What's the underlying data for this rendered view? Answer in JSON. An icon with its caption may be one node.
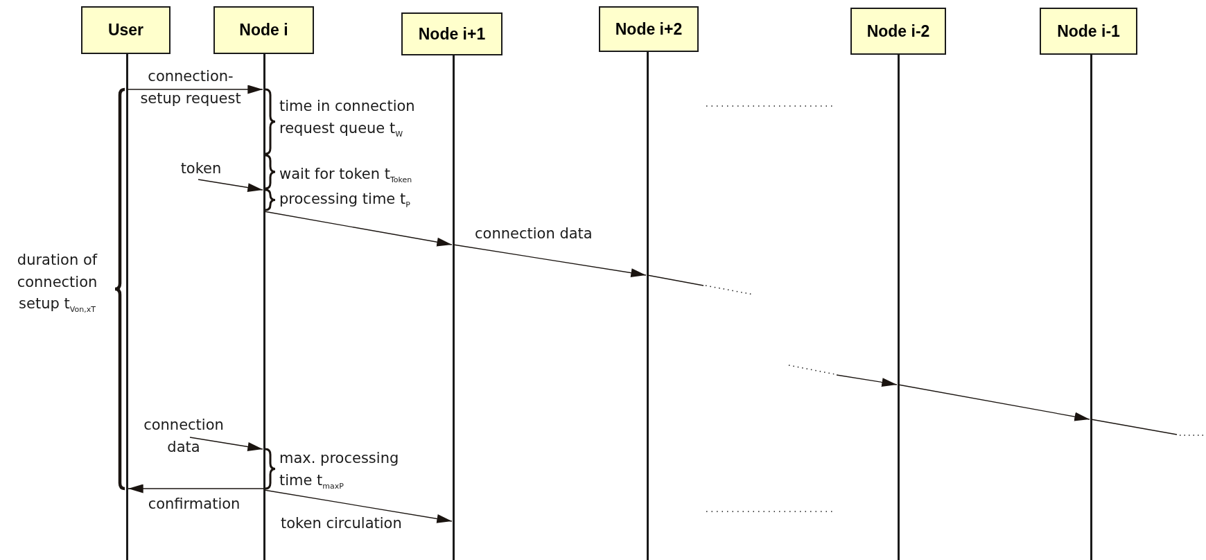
{
  "diagram": {
    "nodes": [
      {
        "text": [
          "User"
        ]
      },
      {
        "text": [
          "Node i"
        ]
      },
      {
        "text": [
          "Node i+1"
        ]
      },
      {
        "text": [
          "Node i+2"
        ]
      },
      {
        "text": [
          "Node i-2"
        ]
      },
      {
        "text": [
          "Node i-1"
        ]
      }
    ],
    "edges": [
      {
        "from": 0,
        "to": 1,
        "arrow": "to",
        "label": "connection- setup request"
      },
      {
        "from": null,
        "to": 1,
        "arrow": "to",
        "label": "token"
      },
      {
        "from": 1,
        "to": 2,
        "arrow": "to"
      },
      {
        "from": 2,
        "to": 3,
        "arrow": "to",
        "label": "connection data"
      },
      {
        "from": 3,
        "to": null,
        "arrow": "none"
      },
      {
        "from": null,
        "to": 4,
        "arrow": "to"
      },
      {
        "from": 4,
        "to": 5,
        "arrow": "to"
      },
      {
        "from": 5,
        "to": null,
        "arrow": "none"
      },
      {
        "from": null,
        "to": 1,
        "arrow": "to",
        "label": "connection data"
      },
      {
        "from": 1,
        "to": 0,
        "arrow": "to",
        "label": "confirmation"
      },
      {
        "from": 1,
        "to": 2,
        "arrow": "to",
        "label": "token circulation"
      }
    ],
    "labels": [
      "time in connection request queue t$_{W}$",
      "wait for token t$_{Token}$",
      "processing time t$_{P}$",
      "duration of connection setup t$_{Von,xT}$",
      "max. processing time t$_{maxP}$"
    ]
  }
}
